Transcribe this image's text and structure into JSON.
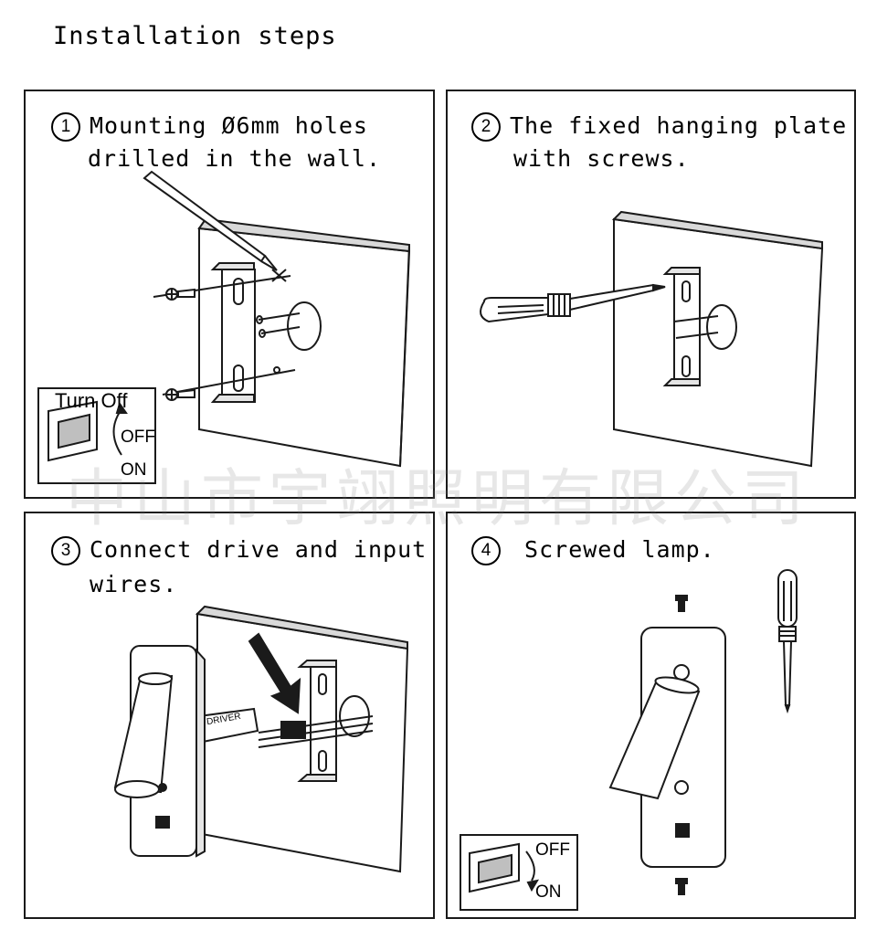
{
  "title": "Installation steps",
  "steps": [
    {
      "num": "1",
      "line1": "Mounting Ø6mm holes",
      "line2": "drilled in the wall."
    },
    {
      "num": "2",
      "line1": "The fixed hanging plate",
      "line2": "with screws."
    },
    {
      "num": "3",
      "line1": "Connect drive and input",
      "line2": "wires."
    },
    {
      "num": "4",
      "line1": " Screwed lamp.",
      "line2": ""
    }
  ],
  "switch": {
    "turn_off": "Turn Off",
    "off": "OFF",
    "on": "ON"
  },
  "driver_label": "DRIVER",
  "watermark": "中山市宇翊照明有限公司",
  "colors": {
    "line": "#1a1a1a",
    "wall_shade": "#d9d9d9",
    "switch_fill": "#bfbfbf"
  }
}
